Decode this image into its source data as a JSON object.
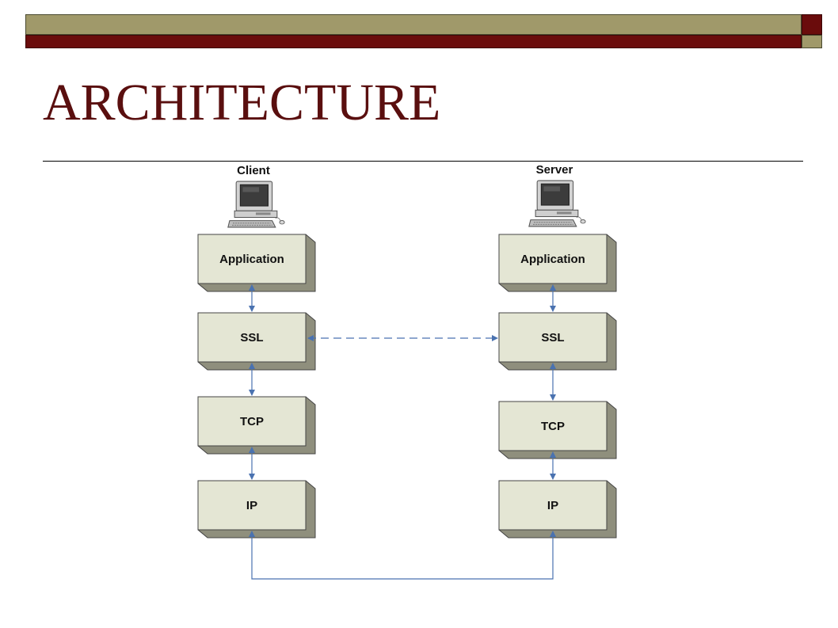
{
  "slide": {
    "title": "ARCHITECTURE"
  },
  "colors": {
    "olive_bar": "#a0996a",
    "maroon_bar": "#6a0c0c",
    "title": "#5a0f0f",
    "box_fill": "#e4e6d4",
    "arrow": "#4a72b0"
  },
  "diagram": {
    "client": {
      "label": "Client",
      "icon": "desktop-computer-icon",
      "layers": [
        "Application",
        "SSL",
        "TCP",
        "IP"
      ]
    },
    "server": {
      "label": "Server",
      "icon": "desktop-computer-icon",
      "layers": [
        "Application",
        "SSL",
        "TCP",
        "IP"
      ]
    }
  }
}
